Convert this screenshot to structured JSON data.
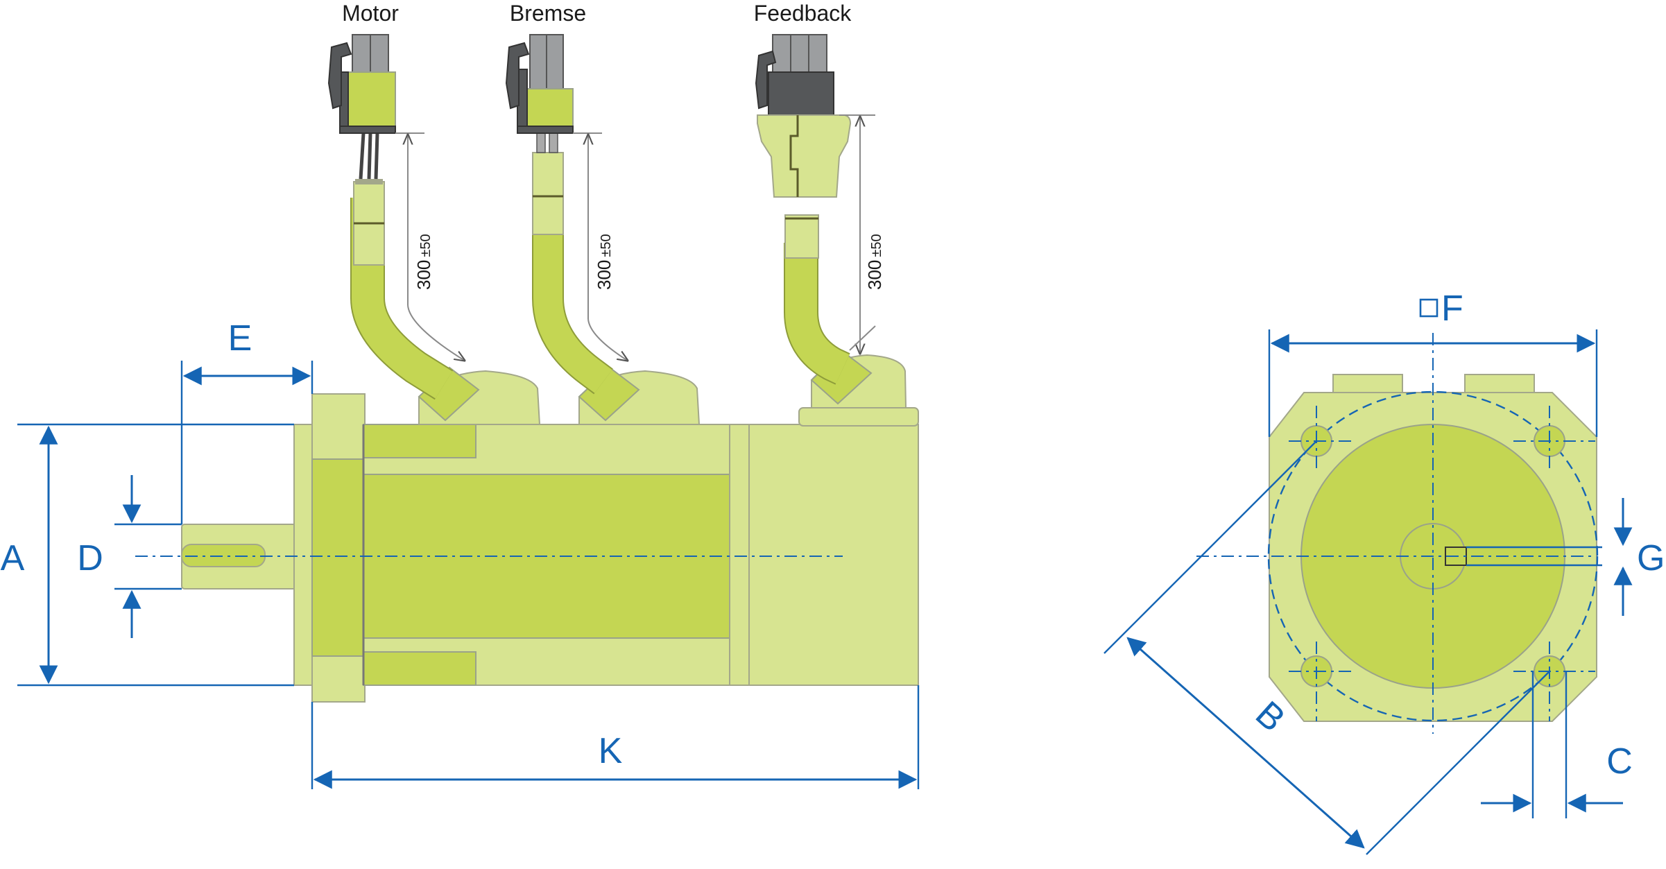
{
  "connectors": {
    "motor": "Motor",
    "brake": "Bremse",
    "feedback": "Feedback"
  },
  "cable_length": {
    "value": "300",
    "tolerance": "±50"
  },
  "dimensions": {
    "A": "A",
    "B": "B",
    "C": "C",
    "D": "D",
    "E": "E",
    "F": "F",
    "G": "G",
    "K": "K"
  },
  "colors": {
    "body_light": "#d7e491",
    "body_mid": "#c4d653",
    "dimension_blue": "#1565b4",
    "connector_gray": "#9c9ea0",
    "connector_dark": "#555759"
  }
}
